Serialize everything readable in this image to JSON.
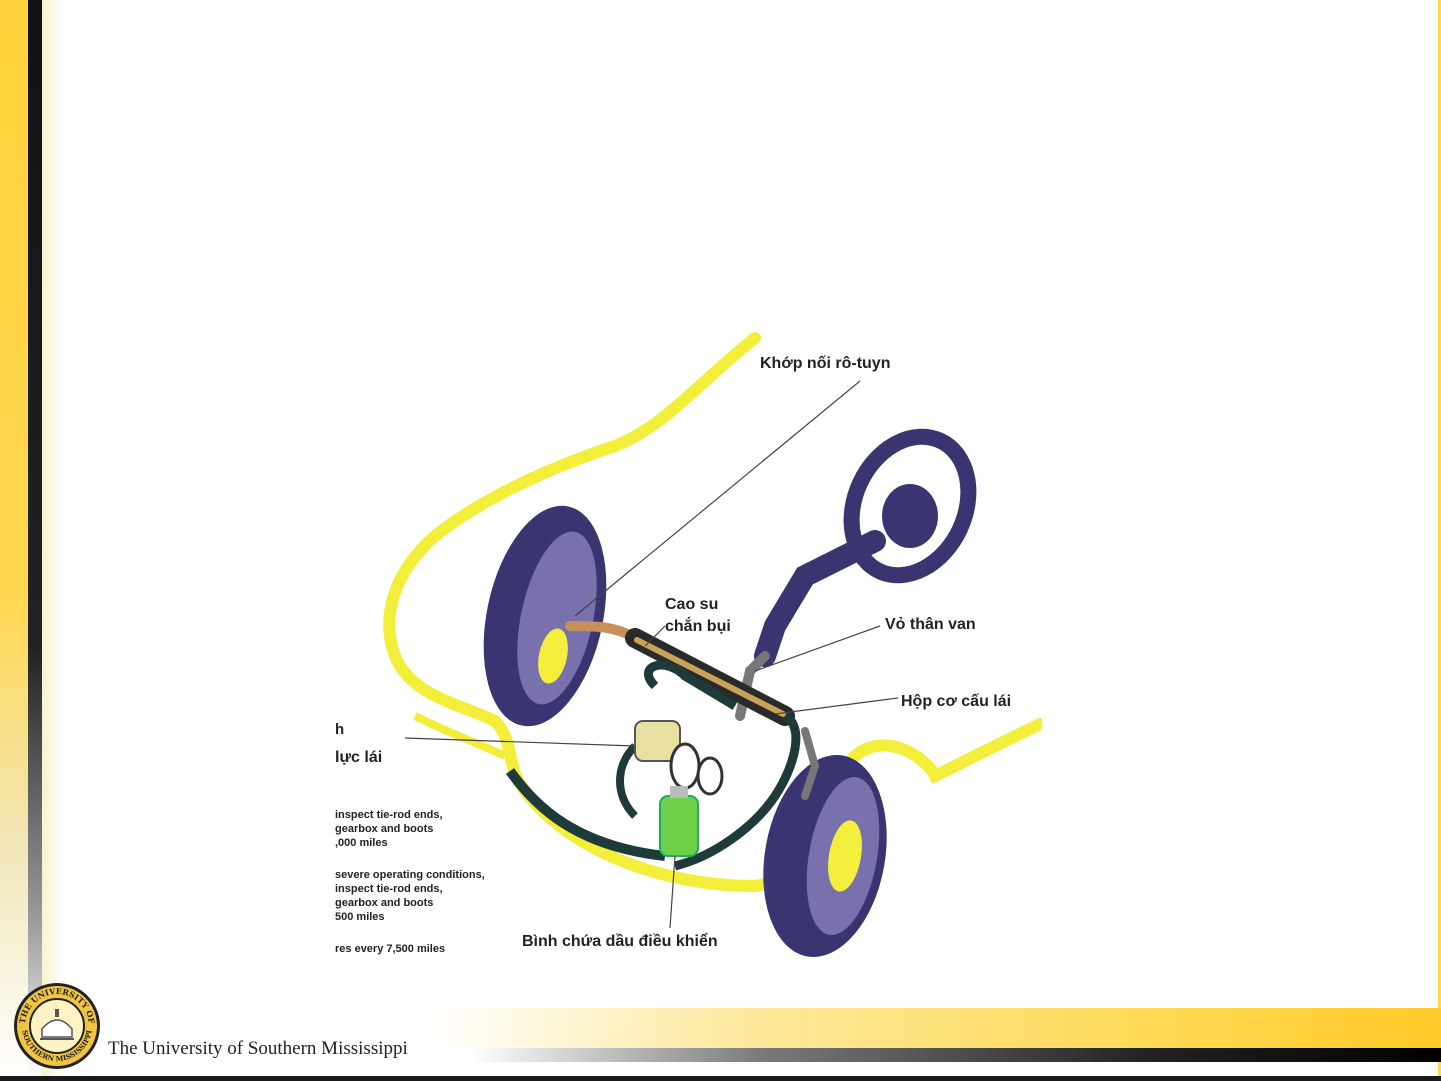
{
  "footer": {
    "university": "The University of Southern Mississippi",
    "seal_text_top": "THE UNIVERSITY OF",
    "seal_text_bottom": "SOUTHERN MISSISSIPPI"
  },
  "diagram": {
    "labels": {
      "tie_rod_joint": "Khớp nối rô-tuyn",
      "dust_boot_line1": "Cao su",
      "dust_boot_line2": "chắn bụi",
      "valve_housing": "Vỏ thân van",
      "steering_gearbox": "Hộp cơ cấu lái",
      "reservoir": "Bình chứa dầu điều khiển",
      "cut_left_1": "h",
      "cut_left_2": "lực lái"
    },
    "notes": {
      "n1_l1": "inspect tie-rod ends,",
      "n1_l2": "gearbox and boots",
      "n1_l3": ",000 miles",
      "n2_l1": "severe operating conditions,",
      "n2_l2": "inspect tie-rod ends,",
      "n2_l3": "gearbox and boots",
      "n2_l4": "500 miles",
      "n3": "res every 7,500 miles"
    },
    "colors": {
      "car_outline": "#f2ee3a",
      "tire": "#3a3470",
      "tire_highlight": "#8f86c2",
      "hub": "#f4ef3c",
      "hose": "#1f3a3a",
      "reservoir_fluid": "#6fd04a",
      "pump": "#e8e0a0"
    }
  }
}
